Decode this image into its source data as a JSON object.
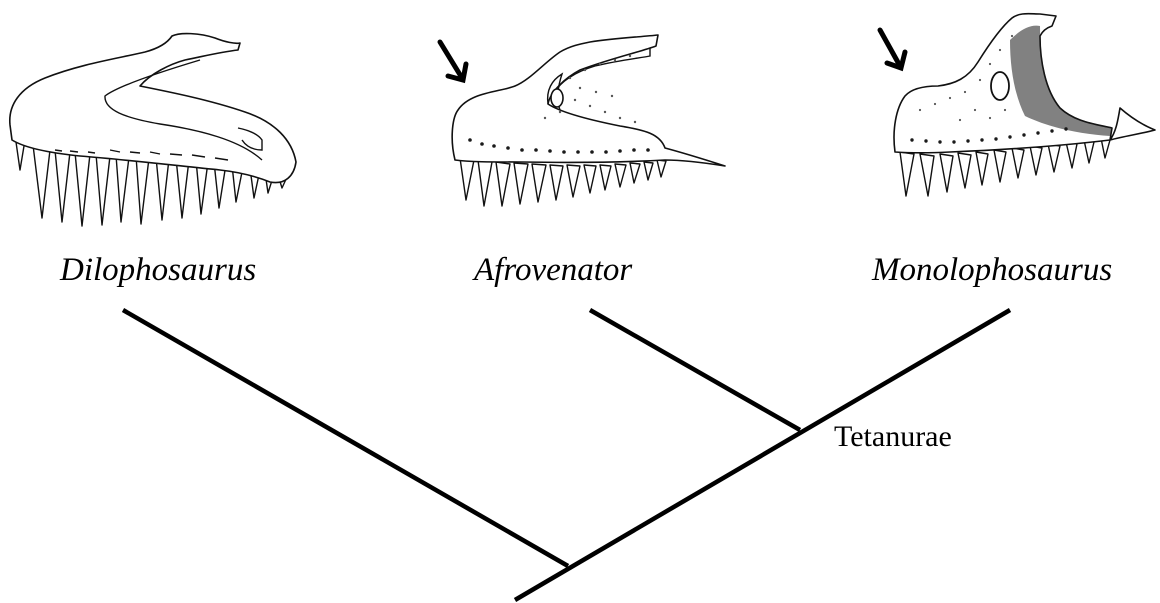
{
  "taxa": [
    {
      "name": "Dilophosaurus"
    },
    {
      "name": "Afrovenator"
    },
    {
      "name": "Monolophosaurus"
    }
  ],
  "clades": [
    {
      "name": "Tetanurae"
    }
  ],
  "icons": [
    "dilophosaurus-maxilla-icon",
    "afrovenator-maxilla-icon",
    "monolophosaurus-maxilla-icon",
    "arrow-icon"
  ],
  "colors": {
    "ink": "#000000",
    "background": "#ffffff"
  }
}
